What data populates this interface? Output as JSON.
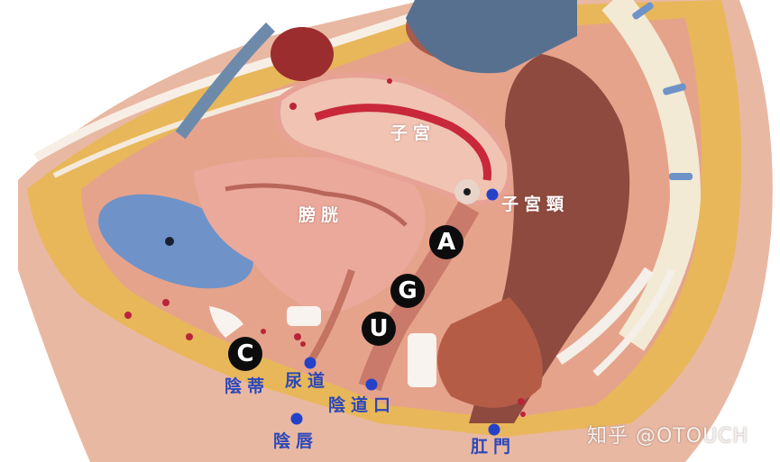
{
  "figure": {
    "description": "Female pelvis sagittal cross-section anatomical model",
    "colors": {
      "background": "#ffffff",
      "skin": "#e9b8a2",
      "fat": "#e8b75a",
      "bladder": "#e6ad9a",
      "uterus_wall": "#e8a99a",
      "uterus_red": "#c8283a",
      "rectum": "#8e4a3e",
      "bone_blue": "#6f93c9",
      "vein_blue": "#5f7796",
      "label_blue": "#2d48b8",
      "dot_blue": "#2442c9",
      "badge_black": "#0c0c0c"
    }
  },
  "labels": {
    "uterus": "子宮",
    "cervix": "子宮頸",
    "bladder": "膀胱",
    "clitoris": "陰蒂",
    "urethra": "尿道",
    "vaginal_opening": "陰道口",
    "labia": "陰唇",
    "anus": "肛門"
  },
  "badges": {
    "a": "A",
    "g": "G",
    "u": "U",
    "c": "C"
  },
  "watermark": "知乎 @OTOUCH"
}
